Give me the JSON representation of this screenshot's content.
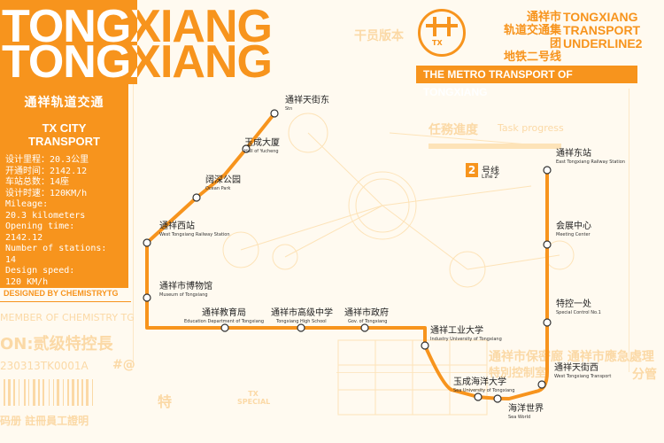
{
  "brand": {
    "line1": "TONGXIANG",
    "line2": "TONGXIANG"
  },
  "header": {
    "cn_lines": [
      "通祥市",
      "轨道交通集团",
      "地铁二号线"
    ],
    "en_lines": [
      "TONGXIANG",
      "TRANSPORT",
      "UNDERLINE2"
    ],
    "logo_text": "TX",
    "banner": "THE METRO TRANSPORT OF TONGXIANG",
    "faint_title": "干员版本",
    "task_cn": "任務進度",
    "task_en": "Task progress"
  },
  "panel": {
    "title_cn": "通祥轨道交通",
    "title_en": [
      "TX CITY",
      "TRANSPORT"
    ],
    "rows": [
      "设计里程：20.3公里",
      "开通时间：2142.12",
      "车站总数：14座",
      "设计时速：120KM/h",
      "Mileage:",
      "20.3 kilometers",
      "Opening time:",
      "2142.12",
      "Number of stations:",
      "14",
      "Design speed:",
      "120 KM/h"
    ],
    "credit": "DESIGNED BY CHEMISTRYTG"
  },
  "decor": {
    "member": "MEMBER OF CHEMISTRY TG",
    "rank": "ON:贰级特控長",
    "serial": "230313TK0001A",
    "hash": "#@",
    "cert": "码册 註冊員工證明",
    "special": "特",
    "tx_special": "TX SPECIAL",
    "right_big": "通祥市保密廊 通祥市應急處理",
    "right_sub": "特別控制室",
    "right_num": "分管"
  },
  "line": {
    "number": "2",
    "label_cn": "号线",
    "label_en": "Line 2"
  },
  "stations": [
    {
      "cn": "通祥天街东",
      "en": "Stn"
    },
    {
      "cn": "玉成大厦",
      "en": "Hall of Yucheng"
    },
    {
      "cn": "阔深公园",
      "en": "Ocean Park"
    },
    {
      "cn": "通祥西站",
      "en": "West Tongxiang Railway Station"
    },
    {
      "cn": "通祥市博物馆",
      "en": "Museum of Tongxiang"
    },
    {
      "cn": "通祥教育局",
      "en": "Education Department of Tongxiang"
    },
    {
      "cn": "通祥市高级中学",
      "en": "Tongxiang High School"
    },
    {
      "cn": "通祥市政府",
      "en": "Gov. of Tongxiang"
    },
    {
      "cn": "通祥工业大学",
      "en": "Industry University of Tongxiang"
    },
    {
      "cn": "玉成海洋大学",
      "en": "Sea University of Tongxiang"
    },
    {
      "cn": "海洋世界",
      "en": "Sea World"
    },
    {
      "cn": "通祥天街西",
      "en": "West Tongxiang Transport"
    },
    {
      "cn": "特控一处",
      "en": "Special Control No.1"
    },
    {
      "cn": "会展中心",
      "en": "Meeting Center"
    },
    {
      "cn": "通祥东站",
      "en": "East Tongxiang Railway Station"
    }
  ],
  "colors": {
    "accent": "#f7941d",
    "faint": "#fbd9a6"
  }
}
